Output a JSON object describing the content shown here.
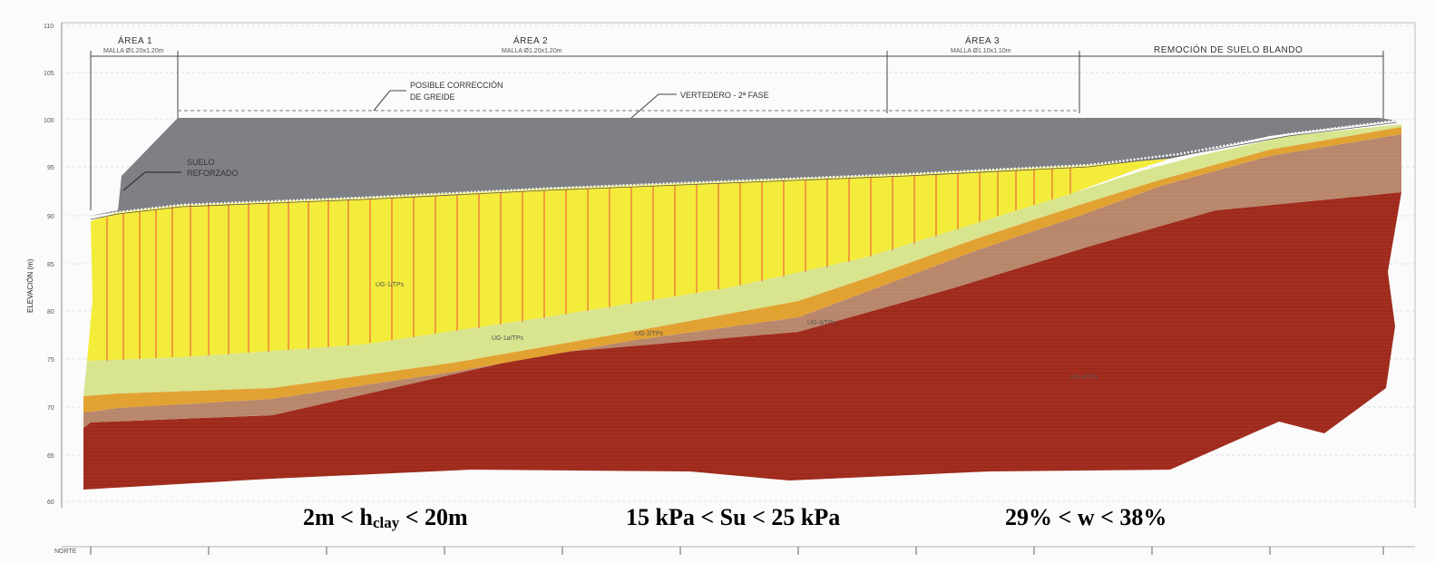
{
  "y_axis": {
    "label": "ELEVACIÓN (m)",
    "ticks": [
      "110",
      "105",
      "100",
      "95",
      "90",
      "85",
      "80",
      "75",
      "70",
      "65",
      "60"
    ]
  },
  "x_axis": {
    "start_label": "NORTE"
  },
  "zones": [
    {
      "title": "ÁREA 1",
      "note": "MALLA Ø1.20x1.20m"
    },
    {
      "title": "ÁREA 2",
      "note": "MALLA Ø1.20x1.20m"
    },
    {
      "title": "ÁREA 3",
      "note": "MALLA Ø1.10x1.10m"
    },
    {
      "title": "REMOCIÓN DE SUELO BLANDO",
      "note": ""
    }
  ],
  "annotations": {
    "correction": [
      "POSIBLE CORRECCIÓN",
      "DE GREIDE"
    ],
    "landfill": "VERTEDERO - 2ª FASE",
    "reinforced": [
      "SUELO",
      "REFORZADO"
    ]
  },
  "layers": [
    {
      "label": "UG-1/TPs",
      "color": "#f4ec3a"
    },
    {
      "label": "UG-1a/TPs",
      "color": "#d8e48e"
    },
    {
      "label": "UG-2/TPs",
      "color": "#e2a232"
    },
    {
      "label": "UG-3/TPs",
      "color": "#b8866a"
    },
    {
      "label": "UG-4/TPs",
      "color": "#9e2a1c"
    }
  ],
  "fill_color": "#7e8086",
  "captions": {
    "clay_prefix": "2m < h",
    "clay_sub": "clay",
    "clay_suffix": " < 20m",
    "su": "15 kPa < Su < 25 kPa",
    "w": "29% < w < 38%"
  }
}
